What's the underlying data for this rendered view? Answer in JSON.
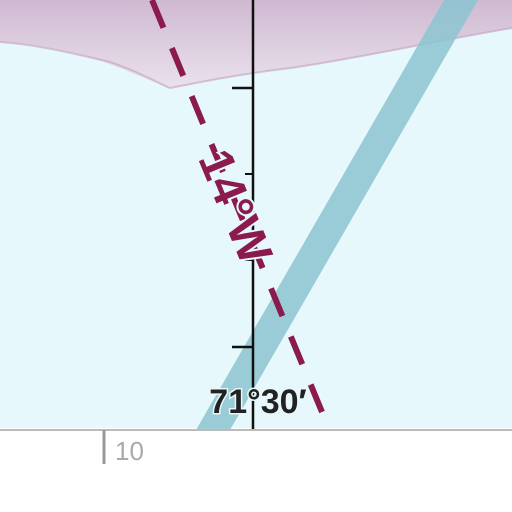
{
  "map": {
    "isogonic_label": "14°W",
    "meridian_label": "71°30′",
    "scale_label": "10",
    "colors": {
      "water": "#e6f8fb",
      "terrain": "#dcc9dc",
      "terrain_edge": "#c8a9c8",
      "isogonic": "#8b1a4e",
      "airway": "#8cc4d0",
      "meridian": "#111111",
      "paper": "#ffffff",
      "scale": "#999999"
    }
  }
}
